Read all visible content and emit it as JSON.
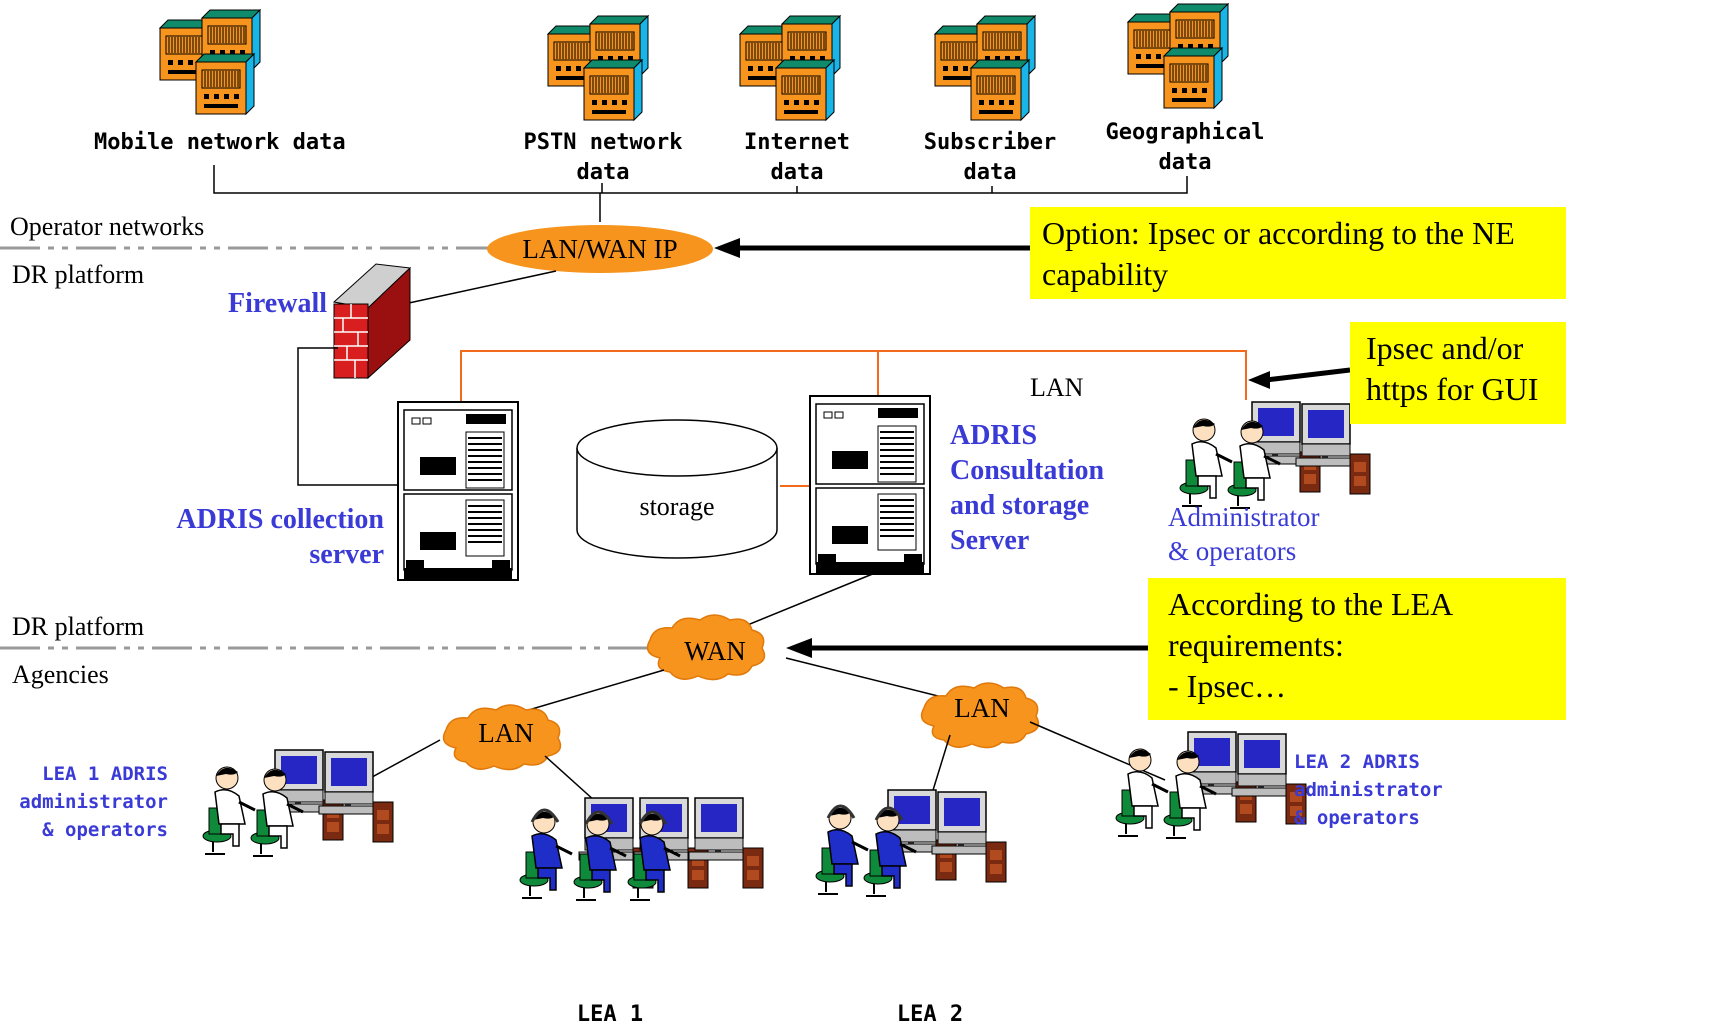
{
  "sources": {
    "mobile": "Mobile network data",
    "pstn": [
      "PSTN network",
      "data"
    ],
    "internet": [
      "Internet",
      "data"
    ],
    "subscriber": [
      "Subscriber",
      "data"
    ],
    "geo": [
      "Geographical",
      "data"
    ]
  },
  "zones": {
    "operator_networks": "Operator networks",
    "dr_platform_top": "DR platform",
    "dr_platform_bottom": "DR platform",
    "agencies": "Agencies"
  },
  "nodes": {
    "lan_wan_ip": "LAN/WAN IP",
    "firewall": "Firewall",
    "lan_top": "LAN",
    "storage": "storage",
    "wan": "WAN",
    "lan_left": "LAN",
    "lan_right": "LAN"
  },
  "servers": {
    "collection": [
      "ADRIS collection",
      "server"
    ],
    "consultation": [
      "ADRIS",
      "Consultation",
      "and storage",
      "Server"
    ]
  },
  "people": {
    "admin": [
      "Administrator",
      "& operators"
    ],
    "lea1_admin": [
      "LEA 1 ADRIS",
      "administrator",
      "& operators"
    ],
    "lea2_admin": [
      "LEA 2 ADRIS",
      "administrator",
      "& operators"
    ],
    "lea1": "LEA 1",
    "lea2": "LEA 2"
  },
  "notes": {
    "ipsec_ne": [
      "Option: Ipsec or according to the NE",
      "capability"
    ],
    "ipsec_gui": [
      "Ipsec and/or",
      "https for GUI"
    ],
    "lea_req": [
      "According to the LEA",
      "requirements:",
      "- Ipsec…"
    ]
  },
  "colors": {
    "orange": "#f7941d",
    "cyan": "#19b5e6",
    "green": "#0f8a6a",
    "yellow": "#ffff00",
    "blue_text": "#3a3ad6",
    "wire_orange": "#f26a1b"
  }
}
